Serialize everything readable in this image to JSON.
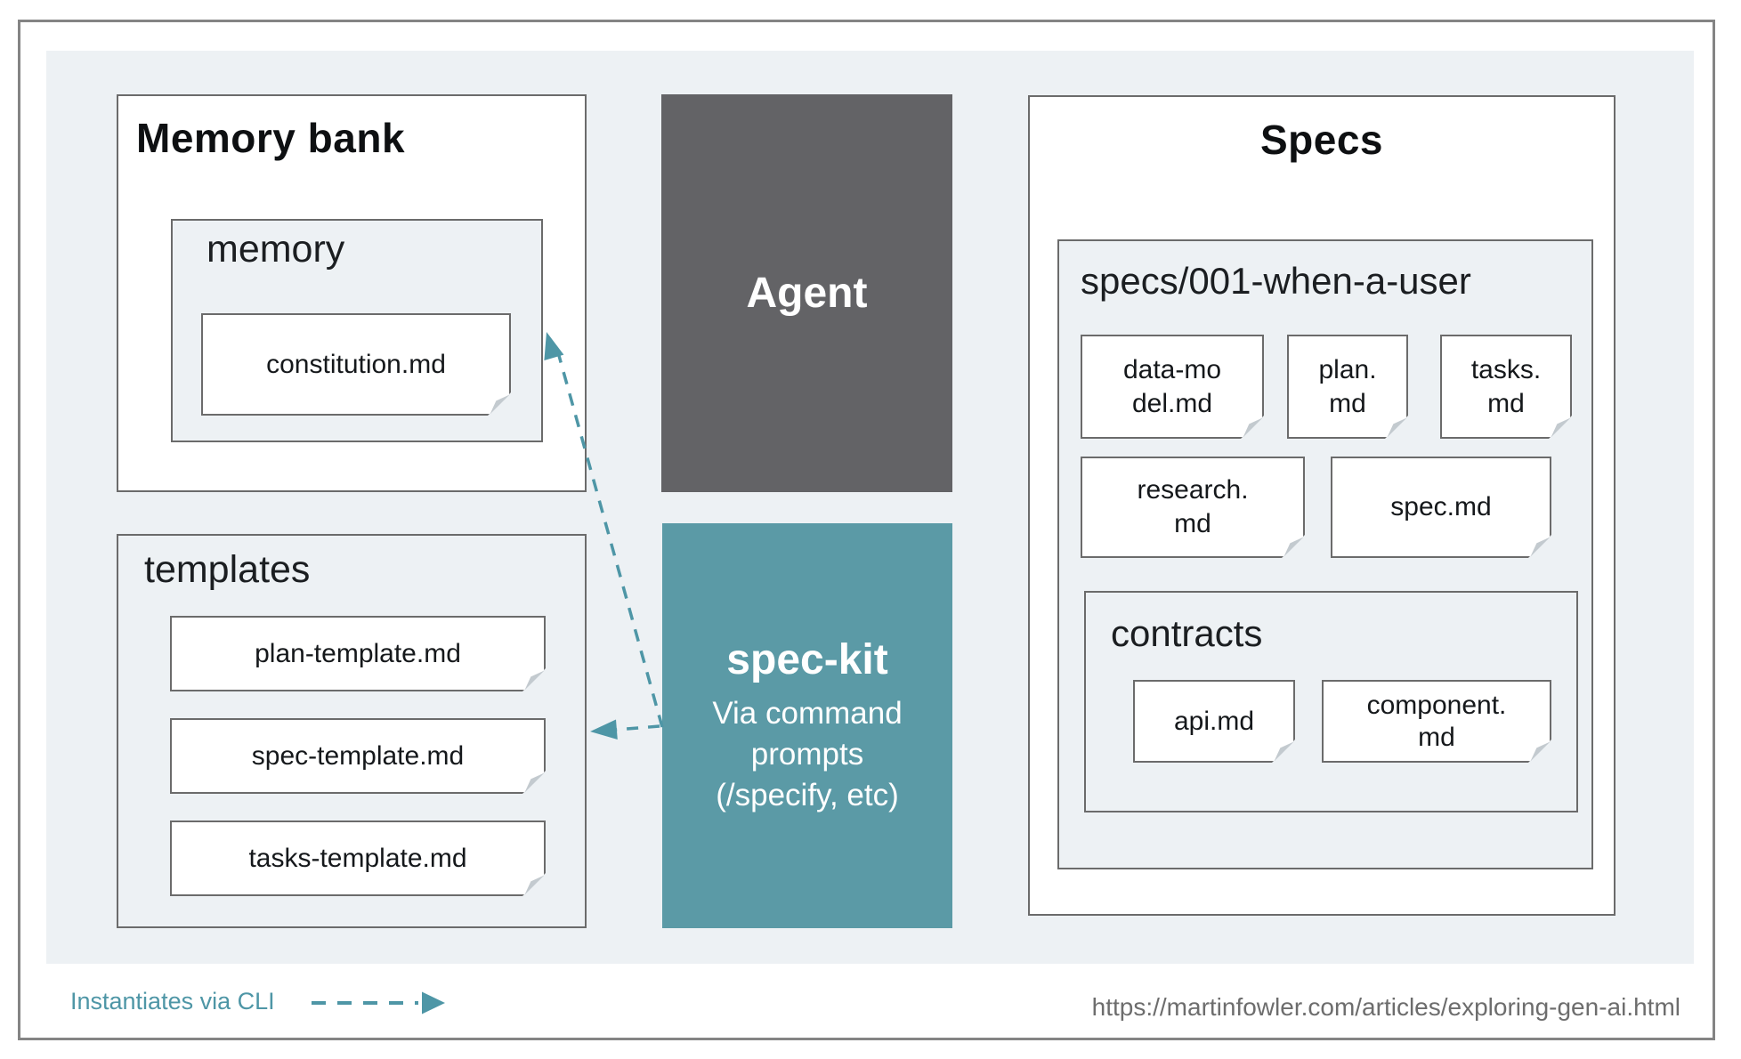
{
  "colors": {
    "panel_bg": "#edf1f4",
    "box_border": "#6b6b6b",
    "agent_bg": "#636366",
    "spec_kit_bg": "#5b9aa6",
    "arrow_teal": "#4e96a6",
    "url_text": "#6d6d6d"
  },
  "memory_bank": {
    "title": "Memory bank",
    "memory_folder": {
      "label": "memory",
      "files": [
        {
          "line1": "constitution.md",
          "line2": ""
        }
      ]
    },
    "templates_folder": {
      "label": "templates",
      "files": [
        {
          "line1": "plan-template.md",
          "line2": ""
        },
        {
          "line1": "spec-template.md",
          "line2": ""
        },
        {
          "line1": "tasks-template.md",
          "line2": ""
        }
      ]
    }
  },
  "agent": {
    "label": "Agent"
  },
  "spec_kit": {
    "title": "spec-kit",
    "subtitle_line1": "Via command",
    "subtitle_line2": "prompts",
    "subtitle_line3": "(/specify, etc)"
  },
  "specs": {
    "title": "Specs",
    "folder": {
      "label": "specs/001-when-a-user",
      "row1": [
        {
          "line1": "data-mo",
          "line2": "del.md"
        },
        {
          "line1": "plan.",
          "line2": "md"
        },
        {
          "line1": "tasks.",
          "line2": "md"
        }
      ],
      "row2": [
        {
          "line1": "research.",
          "line2": "md"
        },
        {
          "line1": "spec.md",
          "line2": ""
        }
      ],
      "contracts": {
        "label": "contracts",
        "files": [
          {
            "line1": "api.md",
            "line2": ""
          },
          {
            "line1": "component.",
            "line2": "md"
          }
        ]
      }
    }
  },
  "footer": {
    "cli_label": "Instantiates via CLI",
    "source_url": "https://martinfowler.com/articles/exploring-gen-ai.html"
  }
}
